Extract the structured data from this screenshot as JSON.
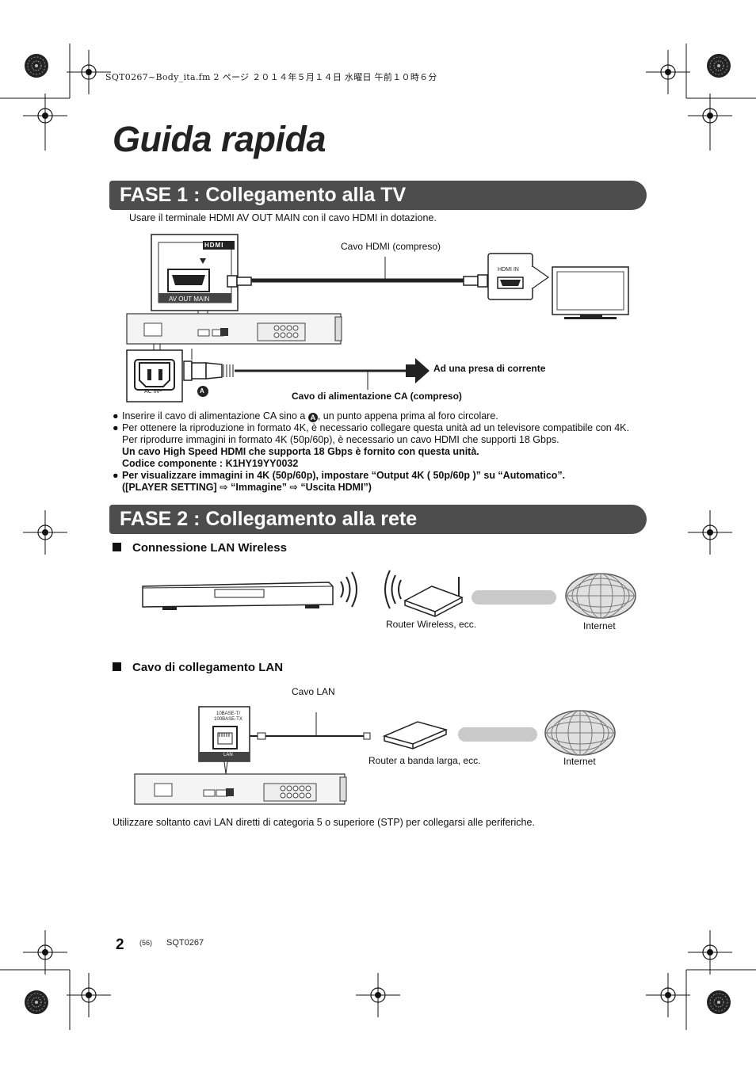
{
  "print_header": "SQT0267~Body_ita.fm  2 ページ  ２０１４年５月１４日  水曜日  午前１０時６分",
  "title": "Guida rapida",
  "step1": {
    "heading": "FASE 1 :  Collegamento alla TV",
    "intro": "Usare il terminale HDMI AV OUT MAIN con il cavo HDMI in dotazione.",
    "diagram": {
      "hdmi_logo": "HDMI",
      "av_out_main": "AV OUT MAIN",
      "hdmi_cable": "Cavo HDMI (compreso)",
      "hdmi_in": "HDMI IN",
      "ac_in": "AC IN",
      "ac_in_symbol": "~",
      "marker": "A",
      "power_outlet": "Ad una presa di corrente",
      "power_cable": "Cavo di alimentazione CA (compreso)"
    },
    "notes": {
      "b1_a": "Inserire il cavo di alimentazione CA sino a ",
      "b1_marker": "A",
      "b1_b": ", un punto appena prima al foro circolare.",
      "b2_l1": "Per ottenere la riproduzione in formato 4K, è necessario collegare questa unità ad un televisore compatibile con 4K.",
      "b2_l2": "Per riprodurre immagini in formato 4K (50p/60p), è necessario un cavo HDMI che supporti 18 Gbps.",
      "b2_l3": "Un cavo High Speed HDMI che supporta 18 Gbps è fornito con questa unità.",
      "b2_l4": "Codice componente : K1HY19YY0032",
      "b3_l1": "Per visualizzare immagini in 4K (50p/60p), impostare “Output 4K ( 50p/60p )” su “Automatico”.",
      "b3_l2": "([PLAYER SETTING] ⇨ “Immagine” ⇨ “Uscita HDMI”)"
    },
    "bullet_char": "●"
  },
  "step2": {
    "heading": "FASE 2 :  Collegamento alla rete",
    "wireless": {
      "heading": "Connessione LAN Wireless",
      "router": "Router Wireless, ecc.",
      "internet": "Internet"
    },
    "wired": {
      "heading": "Cavo di collegamento LAN",
      "cable": "Cavo LAN",
      "port_label_1": "10BASE-T/",
      "port_label_2": "100BASE-TX",
      "port_name": "LAN",
      "router": "Router a banda larga, ecc.",
      "internet": "Internet"
    },
    "footnote": "Utilizzare soltanto cavi LAN diretti di categoria 5 o superiore (STP) per collegarsi alle periferiche."
  },
  "footer": {
    "page_number": "2",
    "page_ref": "(56)",
    "doc_code": "SQT0267"
  }
}
